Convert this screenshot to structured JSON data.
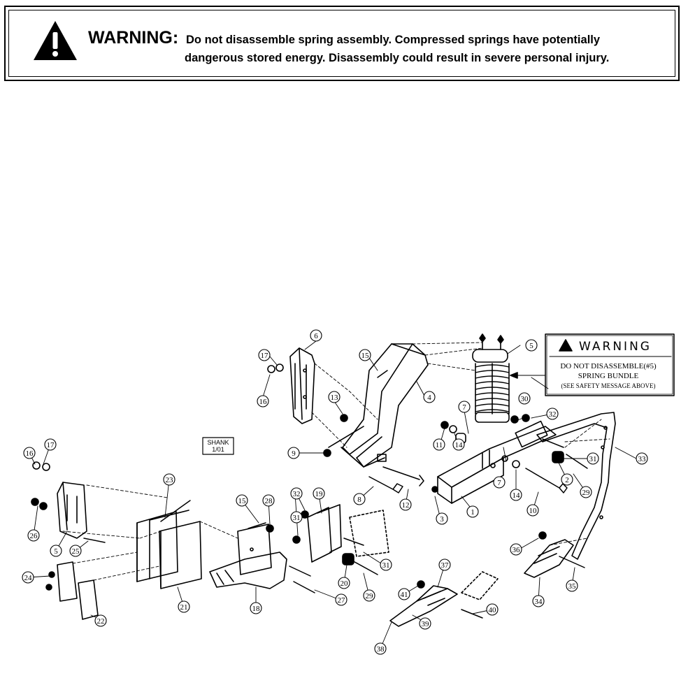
{
  "warning_banner": {
    "label": "WARNING:",
    "line1": "Do not disassemble spring assembly.  Compressed springs have potentially",
    "line2": "dangerous stored energy.  Disassembly could result in severe personal injury."
  },
  "decal": {
    "title": "WARNING",
    "line1": "DO NOT DISASSEMBLE(#5)",
    "line2": "SPRING BUNDLE",
    "line3": "(SEE SAFETY MESSAGE ABOVE)"
  },
  "plate": {
    "line1": "SHANK",
    "line2": "1/01"
  },
  "callouts": [
    "1",
    "2",
    "3",
    "4",
    "5",
    "5",
    "6",
    "7",
    "7",
    "8",
    "9",
    "10",
    "11",
    "12",
    "13",
    "14",
    "14",
    "15",
    "15",
    "16",
    "16",
    "17",
    "17",
    "18",
    "19",
    "20",
    "21",
    "22",
    "23",
    "24",
    "25",
    "26",
    "27",
    "28",
    "29",
    "29",
    "30",
    "31",
    "31",
    "31",
    "32",
    "32",
    "33",
    "34",
    "35",
    "36",
    "37",
    "38",
    "39",
    "40",
    "41"
  ]
}
